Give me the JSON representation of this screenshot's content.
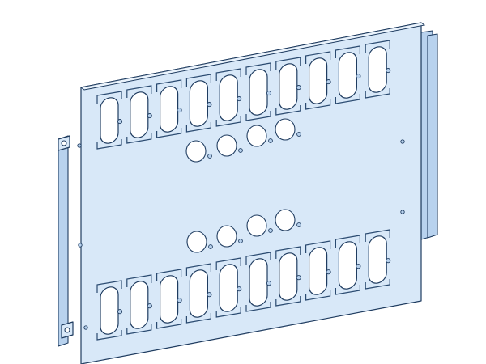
{
  "image": {
    "subject": "mounting-plate",
    "colors": {
      "background": "#ffffff",
      "plate_face": "#d8e8f8",
      "plate_side": "#b8d2ee",
      "plate_top": "#eaf3fc",
      "outline": "#1f3c60",
      "hole_fill": "#ffffff",
      "frame_stroke": "#2a4a70"
    },
    "counts": {
      "top_slot_row": 10,
      "bottom_slot_row": 10,
      "upper_round_holes": 4,
      "lower_round_holes": 4
    }
  }
}
